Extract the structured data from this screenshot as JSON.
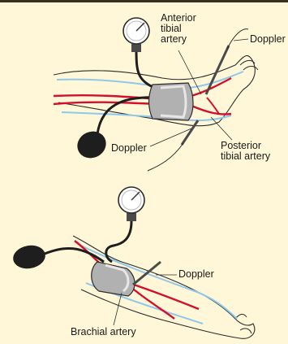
{
  "colors": {
    "background": "#fff7d8",
    "artery": "#d2102a",
    "vein": "#8ec8ea",
    "outline": "#2b2b2b",
    "cuff": "#a9a9a9",
    "bulb": "#1e1e1e"
  },
  "upper_figure": {
    "artery_label_1": "Anterior\ntibial\nartery",
    "doppler_label_ankle": "Doppler",
    "doppler_label_cuff": "Doppler",
    "artery_label_2": "Posterior\ntibial artery"
  },
  "lower_figure": {
    "doppler_label": "Doppler",
    "artery_label": "Brachial artery"
  }
}
